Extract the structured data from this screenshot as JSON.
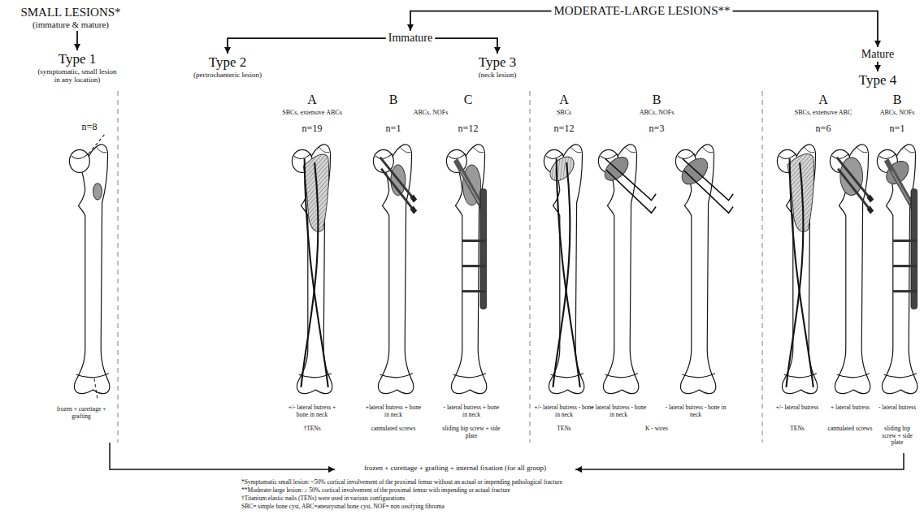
{
  "diagram": {
    "nodes": [
      {
        "text": [
          "SMALL LESIONS*",
          "(immature & mature)"
        ]
      },
      {
        "text": [
          "MODERATE-LARGE LESIONS**"
        ]
      },
      {
        "text": [
          "Immature"
        ]
      },
      {
        "text": [
          "Mature"
        ]
      },
      {
        "text": [
          "Type 1",
          "(symptomatic, small lesion in any location)"
        ]
      },
      {
        "text": [
          "Type 2",
          "(pertrochanteric lesion)"
        ]
      },
      {
        "text": [
          "Type 3",
          "(neck lesion)"
        ]
      },
      {
        "text": [
          "Type 4"
        ]
      }
    ],
    "edges": [
      {
        "from": 0,
        "to": 4,
        "arrow": "to"
      },
      {
        "from": 1,
        "to": 2,
        "arrow": "to"
      },
      {
        "from": 1,
        "to": 3,
        "arrow": "to"
      },
      {
        "from": 2,
        "to": 5,
        "arrow": "to"
      },
      {
        "from": 2,
        "to": 6,
        "arrow": "to"
      },
      {
        "from": 3,
        "to": 7,
        "arrow": "to"
      }
    ],
    "labels": [
      "n=8",
      "frozen + curettage + grafting",
      "A",
      "SBCs, extensive ABCs",
      "n=19",
      "+/- lateral butress + bone in neck",
      "†TENs",
      "B",
      "ABCs, NOFs",
      "n=1",
      "+lateral butress + bone in neck",
      "cannulated screws",
      "C",
      "n=12",
      "- lateral butress + bone in neck",
      "sliding hip screw + side plate",
      "A",
      "SBCs",
      "n=12",
      "+/- lateral butress - bone in neck",
      "TENs",
      "B",
      "ABCs, NOFs",
      "n=3",
      "+ lateral butress - bone in neck",
      "- lateral butress - bone in neck",
      "K - wires",
      "A",
      "SBCs, extensive ABC",
      "n=6",
      "+/- lateral butress",
      "TENs",
      "+ lateral butress",
      "cannulated screws",
      "B",
      "ABCs, NOFs",
      "n=1",
      "- lateral butress",
      "sliding hip screw + side plate",
      "frozen + curettage + grafting + internal fixation (for all group)",
      "*Symptomatic small lesion: <50% cortical involvement of the proximal femur without an actual or impending  pathological fracture",
      "**Moderate-large lesion: ≥ 50% cortical involvement of the proximal femur with impending or actual fracture",
      "†Titanium elastic nails (TENs) were used in various configurations",
      "SBC= simple bone cyst, ABC=aneurysmal bone cyst, NOF= non ossifying fibroma"
    ]
  }
}
